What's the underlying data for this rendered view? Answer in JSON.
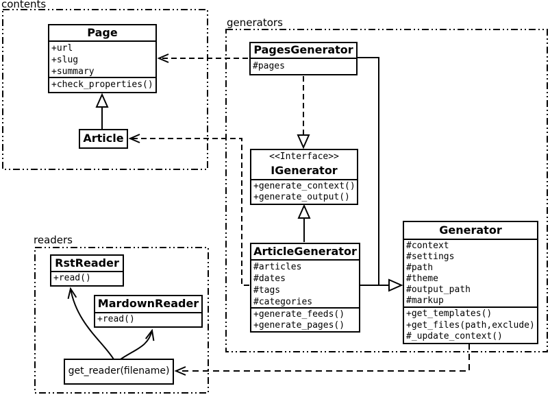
{
  "packages": {
    "contents": {
      "label": "contents"
    },
    "generators": {
      "label": "generators"
    },
    "readers": {
      "label": "readers"
    }
  },
  "classes": {
    "page": {
      "name": "Page",
      "attributes": [
        "+url",
        "+slug",
        "+summary"
      ],
      "methods": [
        "+check_properties()"
      ]
    },
    "article": {
      "name": "Article"
    },
    "pages_generator": {
      "name": "PagesGenerator",
      "attributes": [
        "#pages"
      ]
    },
    "igenerator": {
      "stereotype": "<<Interface>>",
      "name": "IGenerator",
      "methods": [
        "+generate_context()",
        "+generate_output()"
      ]
    },
    "article_generator": {
      "name": "ArticleGenerator",
      "attributes": [
        "#articles",
        "#dates",
        "#tags",
        "#categories"
      ],
      "methods": [
        "+generate_feeds()",
        "+generate_pages()"
      ]
    },
    "generator": {
      "name": "Generator",
      "attributes": [
        "#context",
        "#settings",
        "#path",
        "#theme",
        "#output_path",
        "#markup"
      ],
      "methods": [
        "+get_templates()",
        "+get_files(path,exclude)",
        "#_update_context()"
      ]
    },
    "rst_reader": {
      "name": "RstReader",
      "methods": [
        "+read()"
      ]
    },
    "mardown_reader": {
      "name": "MardownReader",
      "methods": [
        "+read()"
      ]
    },
    "get_reader": {
      "label": "get_reader(filename)"
    }
  },
  "relationships": [
    {
      "from": "Article",
      "to": "Page",
      "type": "generalization"
    },
    {
      "from": "PagesGenerator",
      "to": "Page",
      "type": "dependency"
    },
    {
      "from": "ArticleGenerator",
      "to": "Article",
      "type": "dependency"
    },
    {
      "from": "PagesGenerator",
      "to": "IGenerator",
      "type": "realization"
    },
    {
      "from": "ArticleGenerator",
      "to": "IGenerator",
      "type": "generalization"
    },
    {
      "from": "PagesGenerator",
      "to": "Generator",
      "type": "generalization"
    },
    {
      "from": "ArticleGenerator",
      "to": "Generator",
      "type": "generalization"
    },
    {
      "from": "Generator",
      "to": "get_reader(filename)",
      "type": "dependency"
    },
    {
      "from": "get_reader(filename)",
      "to": "RstReader",
      "type": "association"
    },
    {
      "from": "get_reader(filename)",
      "to": "MardownReader",
      "type": "association"
    }
  ],
  "colors": {
    "line": "#000000",
    "background": "#ffffff",
    "box_fill": "#ffffff"
  }
}
